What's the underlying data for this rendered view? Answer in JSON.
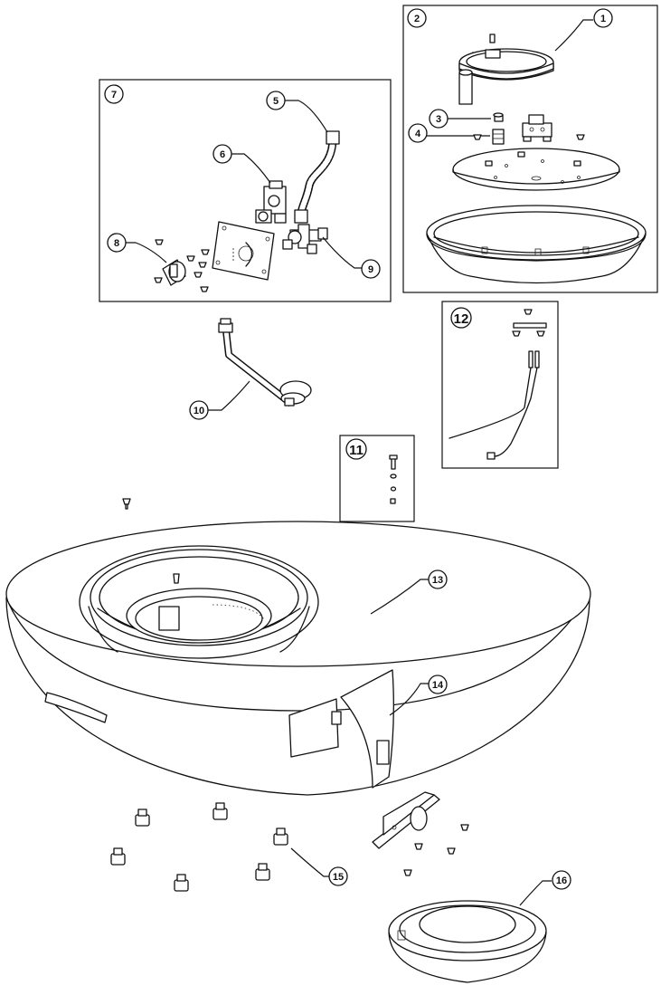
{
  "diagram": {
    "labels": {
      "c1": "1",
      "c2": "2",
      "c3": "3",
      "c4": "4",
      "c5": "5",
      "c6": "6",
      "c7": "7",
      "c8": "8",
      "c9": "9",
      "c10": "10",
      "c11": "11",
      "c12": "12",
      "c13": "13",
      "c14": "14",
      "c15": "15",
      "c16": "16"
    }
  }
}
